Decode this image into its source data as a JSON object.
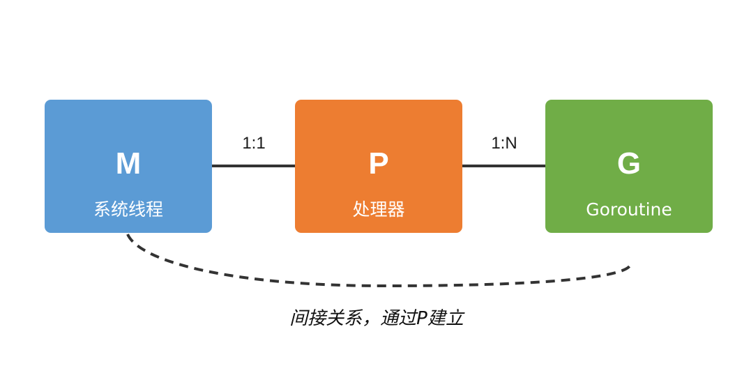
{
  "nodes": {
    "m": {
      "letter": "M",
      "label": "系统线程",
      "color": "#5b9bd5"
    },
    "p": {
      "letter": "P",
      "label": "处理器",
      "color": "#ed7d31"
    },
    "g": {
      "letter": "G",
      "label": "Goroutine",
      "color": "#70ad47"
    }
  },
  "relations": {
    "m_p": "1:1",
    "p_g": "1:N"
  },
  "indirect_note": "间接关系，通过P建立",
  "colors": {
    "connector": "#333333"
  }
}
